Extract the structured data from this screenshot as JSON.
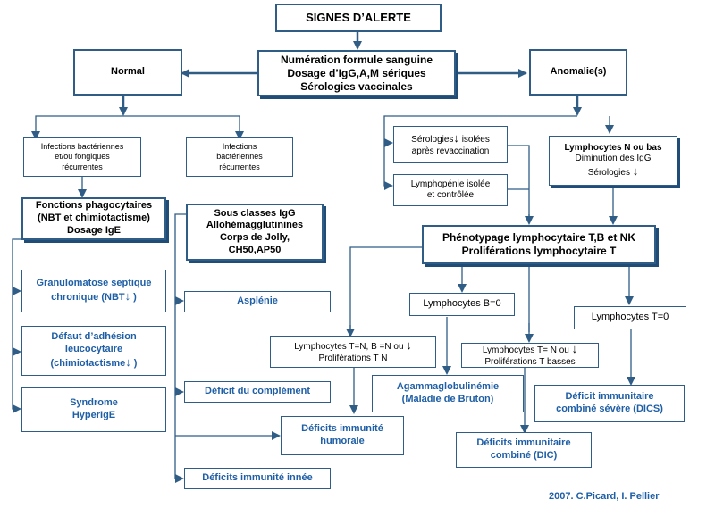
{
  "title": "SIGNES D’ALERTE",
  "screening": [
    "Numération formule sanguine",
    "Dosage d’IgG,A,M sériques",
    "Sérologies vaccinales"
  ],
  "normal": "Normal",
  "anomalies": "Anomalie(s)",
  "infections_bact_fong": [
    "Infections bactériennes",
    "et/ou fongiques",
    "récurrentes"
  ],
  "infections_bact": [
    "Infections",
    "bactériennes",
    "récurrentes"
  ],
  "phago_tests": [
    "Fonctions phagocytaires",
    "(NBT et chimiotactisme)",
    "Dosage IgE"
  ],
  "igg_tests": [
    "Sous classes IgG",
    "Allohémagglutinines",
    "Corps de Jolly,",
    "CH50,AP50"
  ],
  "granulomatose": [
    "Granulomatose septique",
    "chronique (NBT",
    " )"
  ],
  "defaut_adhesion": [
    "Défaut d’adhésion",
    "leucocytaire",
    "(chimiotactisme",
    " )"
  ],
  "hyperige": [
    "Syndrome",
    "HyperIgE"
  ],
  "asplenie": "Asplénie",
  "deficit_complement": "Déficit du complément",
  "deficit_innee": "Déficits immunité innée",
  "serologies_isolees": [
    "Sérologies",
    " isolées",
    "après revaccination"
  ],
  "lymphopenie": [
    "Lymphopénie isolée",
    "et contrôlée"
  ],
  "lympho_n_bas": [
    "Lymphocytes N ou bas",
    "Diminution des IgG",
    "Sérologies"
  ],
  "phenotypage": [
    "Phénotypage lymphocytaire T,B et NK",
    "Proliférations lymphocytaire T"
  ],
  "lympho_b0": "Lymphocytes B=0",
  "lympho_t0": "Lymphocytes T=0",
  "lympho_tn_bn": [
    "Lymphocytes T=N, B =N ou",
    "Proliférations T N"
  ],
  "lympho_tn": [
    "Lymphocytes T= N ou",
    "Proliférations T basses"
  ],
  "agammaglobulinemie": [
    "Agammaglobulinémie",
    "(Maladie de Bruton)"
  ],
  "deficit_humorale": [
    "Déficits immunité",
    "humorale"
  ],
  "deficit_combine": [
    "Déficits immunitaire",
    "combiné (DIC)"
  ],
  "deficit_combine_severe": [
    "Déficit immunitaire",
    "combiné sévère (DICS)"
  ],
  "arrow_glyph": "↓",
  "credit": "2007. C.Picard, I. Pellier",
  "colors": {
    "line": "#2f5d86",
    "accent_text": "#1f5fa6"
  }
}
